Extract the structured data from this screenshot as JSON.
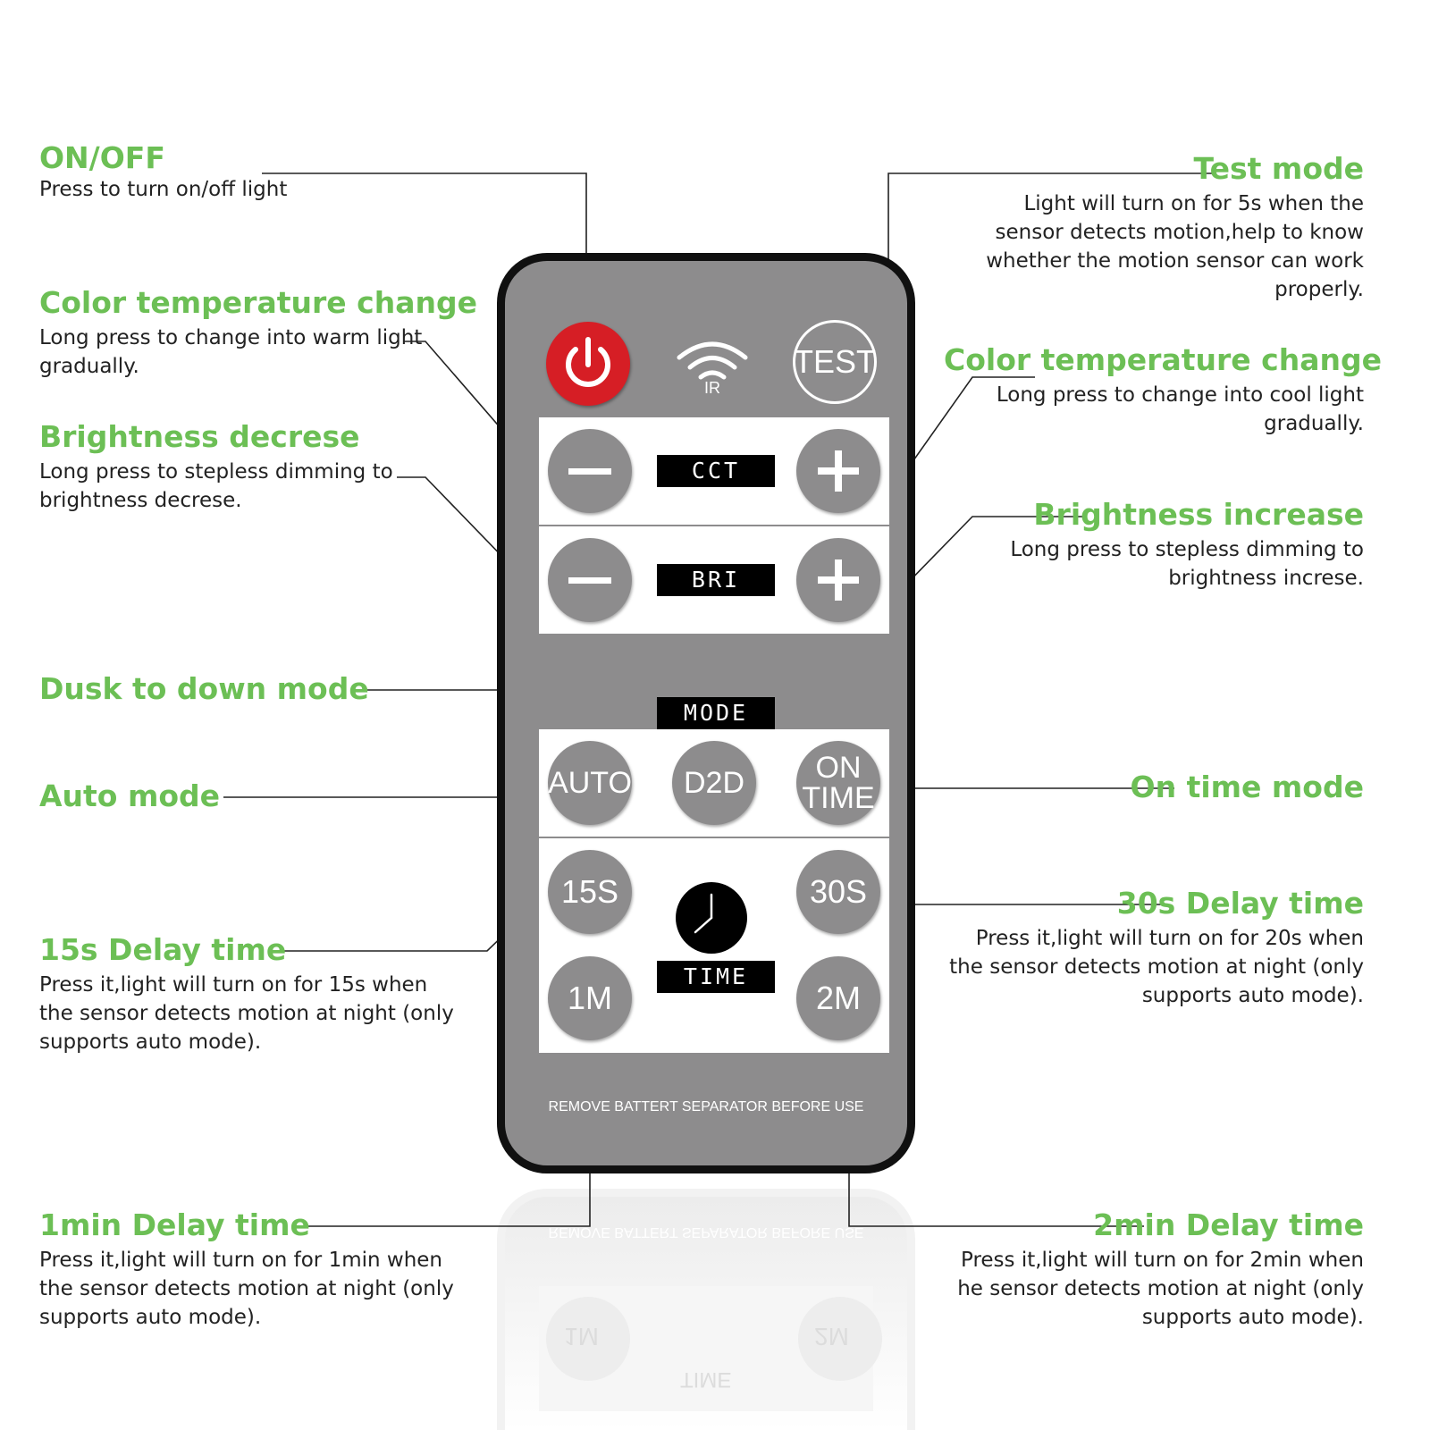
{
  "annotations": {
    "on_off": {
      "title": "ON/OFF",
      "desc": "Press to turn on/off light"
    },
    "cct_warm": {
      "title": "Color temperature change",
      "desc": "Long press to change into warm light gradually."
    },
    "bri_decrease": {
      "title": "Brightness decrese",
      "desc": "Long press to stepless dimming to brightness decrese."
    },
    "dusk_to_down": {
      "title": "Dusk to down mode"
    },
    "auto_mode": {
      "title": "Auto mode"
    },
    "delay_15s": {
      "title": "15s Delay time",
      "desc": "Press it,light will turn on for 15s when the sensor detects motion at night (only supports auto mode)."
    },
    "delay_1min": {
      "title": "1min Delay time",
      "desc": "Press it,light will turn on for 1min when the sensor detects motion at night (only supports auto mode)."
    },
    "test_mode": {
      "title": "Test mode",
      "desc": "Light will turn on for 5s when the sensor detects motion,help to know whether the motion sensor can work properly."
    },
    "cct_cool": {
      "title": "Color temperature change",
      "desc": "Long press to change into cool light gradually."
    },
    "bri_increase": {
      "title": "Brightness increase",
      "desc": "Long press to stepless dimming to brightness increse."
    },
    "on_time_mode": {
      "title": "On time mode"
    },
    "delay_30s": {
      "title": "30s Delay time",
      "desc": "Press it,light will turn on for 20s when the sensor detects motion at night (only supports auto mode)."
    },
    "delay_2min": {
      "title": "2min Delay time",
      "desc": "Press it,light will turn on for 2min when he sensor detects motion at night (only supports auto mode)."
    }
  },
  "remote": {
    "ir_label": "IR",
    "test_label": "TEST",
    "cct_label": "CCT",
    "bri_label": "BRI",
    "mode_label": "MODE",
    "auto_label": "AUTO",
    "d2d_label": "D2D",
    "on_time_label": "ON TIME",
    "s15_label": "15S",
    "s30_label": "30S",
    "m1_label": "1M",
    "m2_label": "2M",
    "time_label": "TIME",
    "footer_text": "REMOVE BATTERT SEPARATOR BEFORE USE"
  },
  "colors": {
    "accent": "#6cbf55",
    "remote_body": "#8d8c8d",
    "power_button": "#d61e25"
  }
}
